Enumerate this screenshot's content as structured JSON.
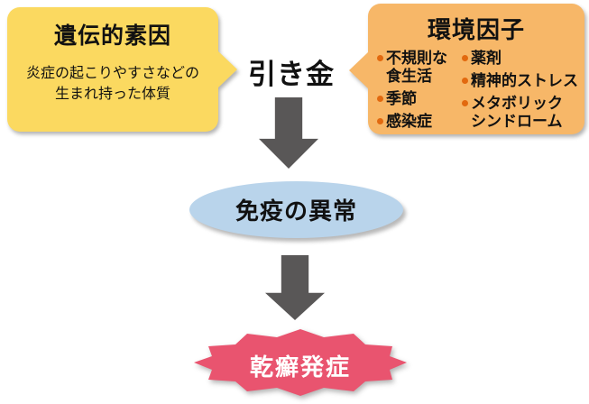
{
  "genetic_box": {
    "title": "遺伝的素因",
    "description": "炎症の起こりやすさなどの\n生まれ持った体質",
    "bg_color": "#fbd960"
  },
  "trigger_label": "引き金",
  "environment_box": {
    "title": "環境因子",
    "left_items": [
      "不規則な\n食生活",
      "季節",
      "感染症"
    ],
    "right_items": [
      "薬剤",
      "精神的ストレス",
      "メタボリック\nシンドローム"
    ],
    "bg_color": "#f7b768",
    "bullet_color": "#e2690f"
  },
  "immune_ellipse": {
    "label": "免疫の異常",
    "bg_color": "#b9d4eb"
  },
  "onset_burst": {
    "label": "乾癬発症",
    "bg_color": "#e9546f",
    "text_color": "#ffffff"
  },
  "arrow_color": "#595757"
}
